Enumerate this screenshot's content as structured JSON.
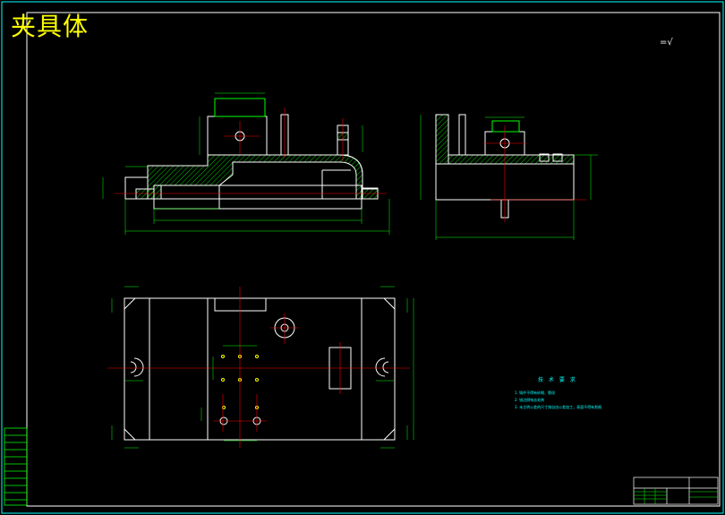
{
  "drawing": {
    "title": "夹具体",
    "roughness_symbol": "=√",
    "tech_requirements": {
      "title": "技 术 要 求",
      "lines": [
        "1. 铸件不得有砂眼、裂纹",
        "2. 锐边倒钝去毛刺",
        "3. 未注明公差的尺寸按自由公差加工，表面不得有划痕"
      ]
    },
    "colors": {
      "frame": "#00ffff",
      "outline": "#00ff00",
      "centerline": "#ff0000",
      "hatch": "#00ff00",
      "title_text": "#ffff00",
      "symbol": "#ffffff"
    }
  }
}
